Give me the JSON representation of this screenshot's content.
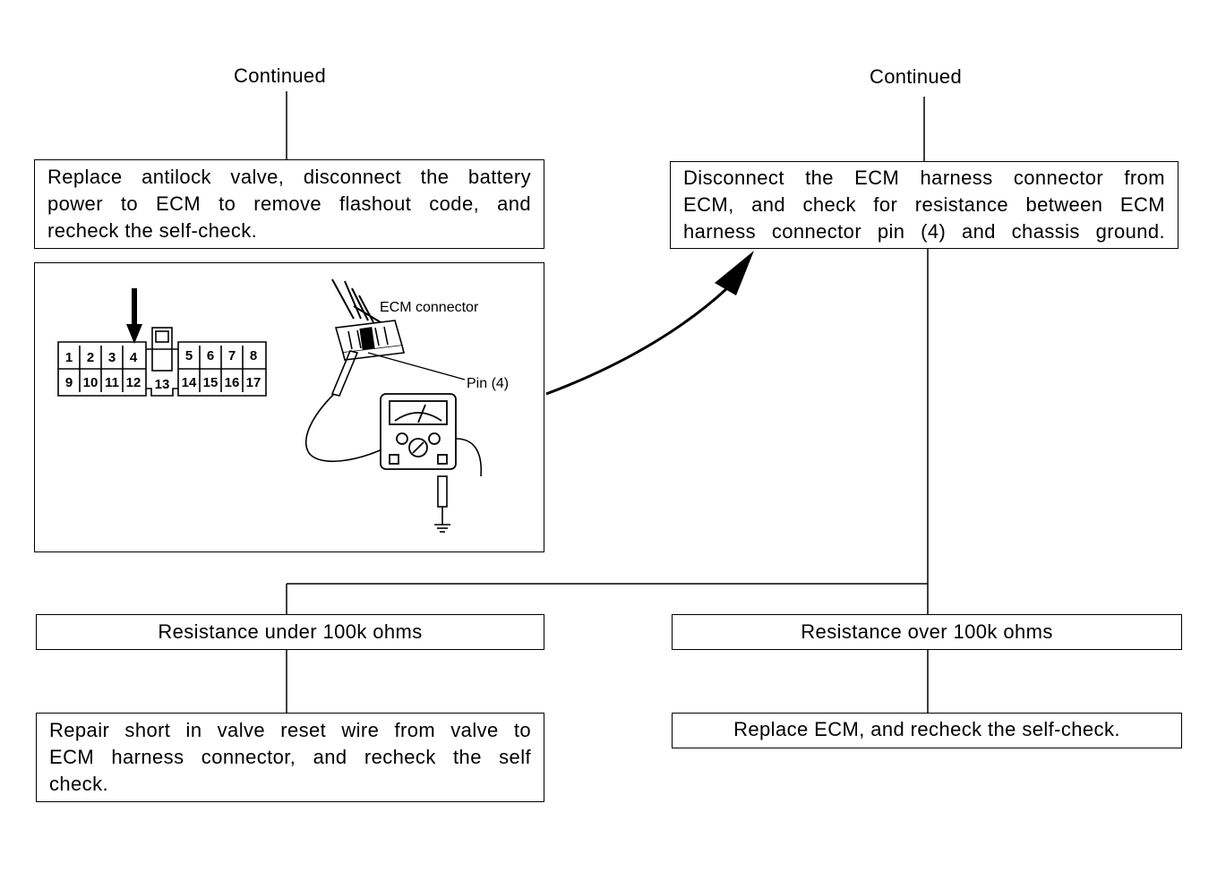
{
  "left_column": {
    "continued_label": "Continued",
    "step_box": {
      "lines": [
        "Replace antilock valve, disconnect the battery",
        "power to ECM to remove flashout code, and",
        "recheck the self-check."
      ]
    }
  },
  "right_column": {
    "continued_label": "Continued",
    "step_box": {
      "lines": [
        "Disconnect the ECM harness connector from",
        "ECM, and check for resistance between ECM",
        "harness connector pin (4) and chassis ground."
      ]
    }
  },
  "illustration": {
    "connector_pins_top_left": [
      "1",
      "2",
      "3",
      "4"
    ],
    "connector_pins_bottom_left": [
      "9",
      "10",
      "11",
      "12"
    ],
    "connector_center_pin": "13",
    "connector_pins_top_right": [
      "5",
      "6",
      "7",
      "8"
    ],
    "connector_pins_bottom_right": [
      "14",
      "15",
      "16",
      "17"
    ],
    "ecm_connector_label": "ECM connector",
    "pin_label": "Pin (4)"
  },
  "branches": {
    "under": {
      "condition": "Resistance under 100k ohms",
      "action_lines": [
        "Repair short in valve reset wire from valve to",
        "ECM harness connector, and recheck the self",
        "check."
      ]
    },
    "over": {
      "condition": "Resistance over 100k ohms",
      "action": "Replace ECM, and recheck the self-check."
    }
  }
}
